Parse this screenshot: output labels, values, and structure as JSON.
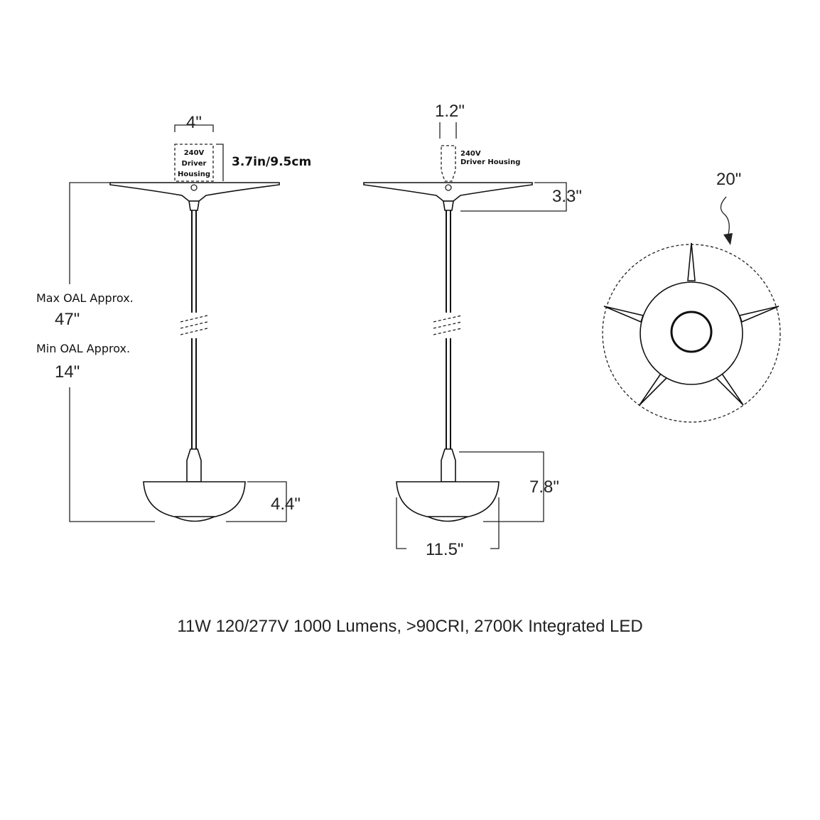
{
  "left_view": {
    "top_width": "4\"",
    "driver_line1": "240V",
    "driver_line2": "Driver",
    "driver_line3": "Housing",
    "driver_height": "3.7in/9.5cm",
    "max_label": "Max OAL Approx.",
    "max_value": "47\"",
    "min_label": "Min OAL Approx.",
    "min_value": "14\"",
    "shade_height": "4.4\""
  },
  "middle_view": {
    "top_width": "1.2\"",
    "driver_line1": "240V",
    "driver_line2": "Driver Housing",
    "canopy_height": "3.3\"",
    "drop_height": "7.8\"",
    "shade_width": "11.5\""
  },
  "bottom_view": {
    "diameter": "20\""
  },
  "spec_text": "11W 120/277V 1000 Lumens, >90CRI, 2700K Integrated LED"
}
